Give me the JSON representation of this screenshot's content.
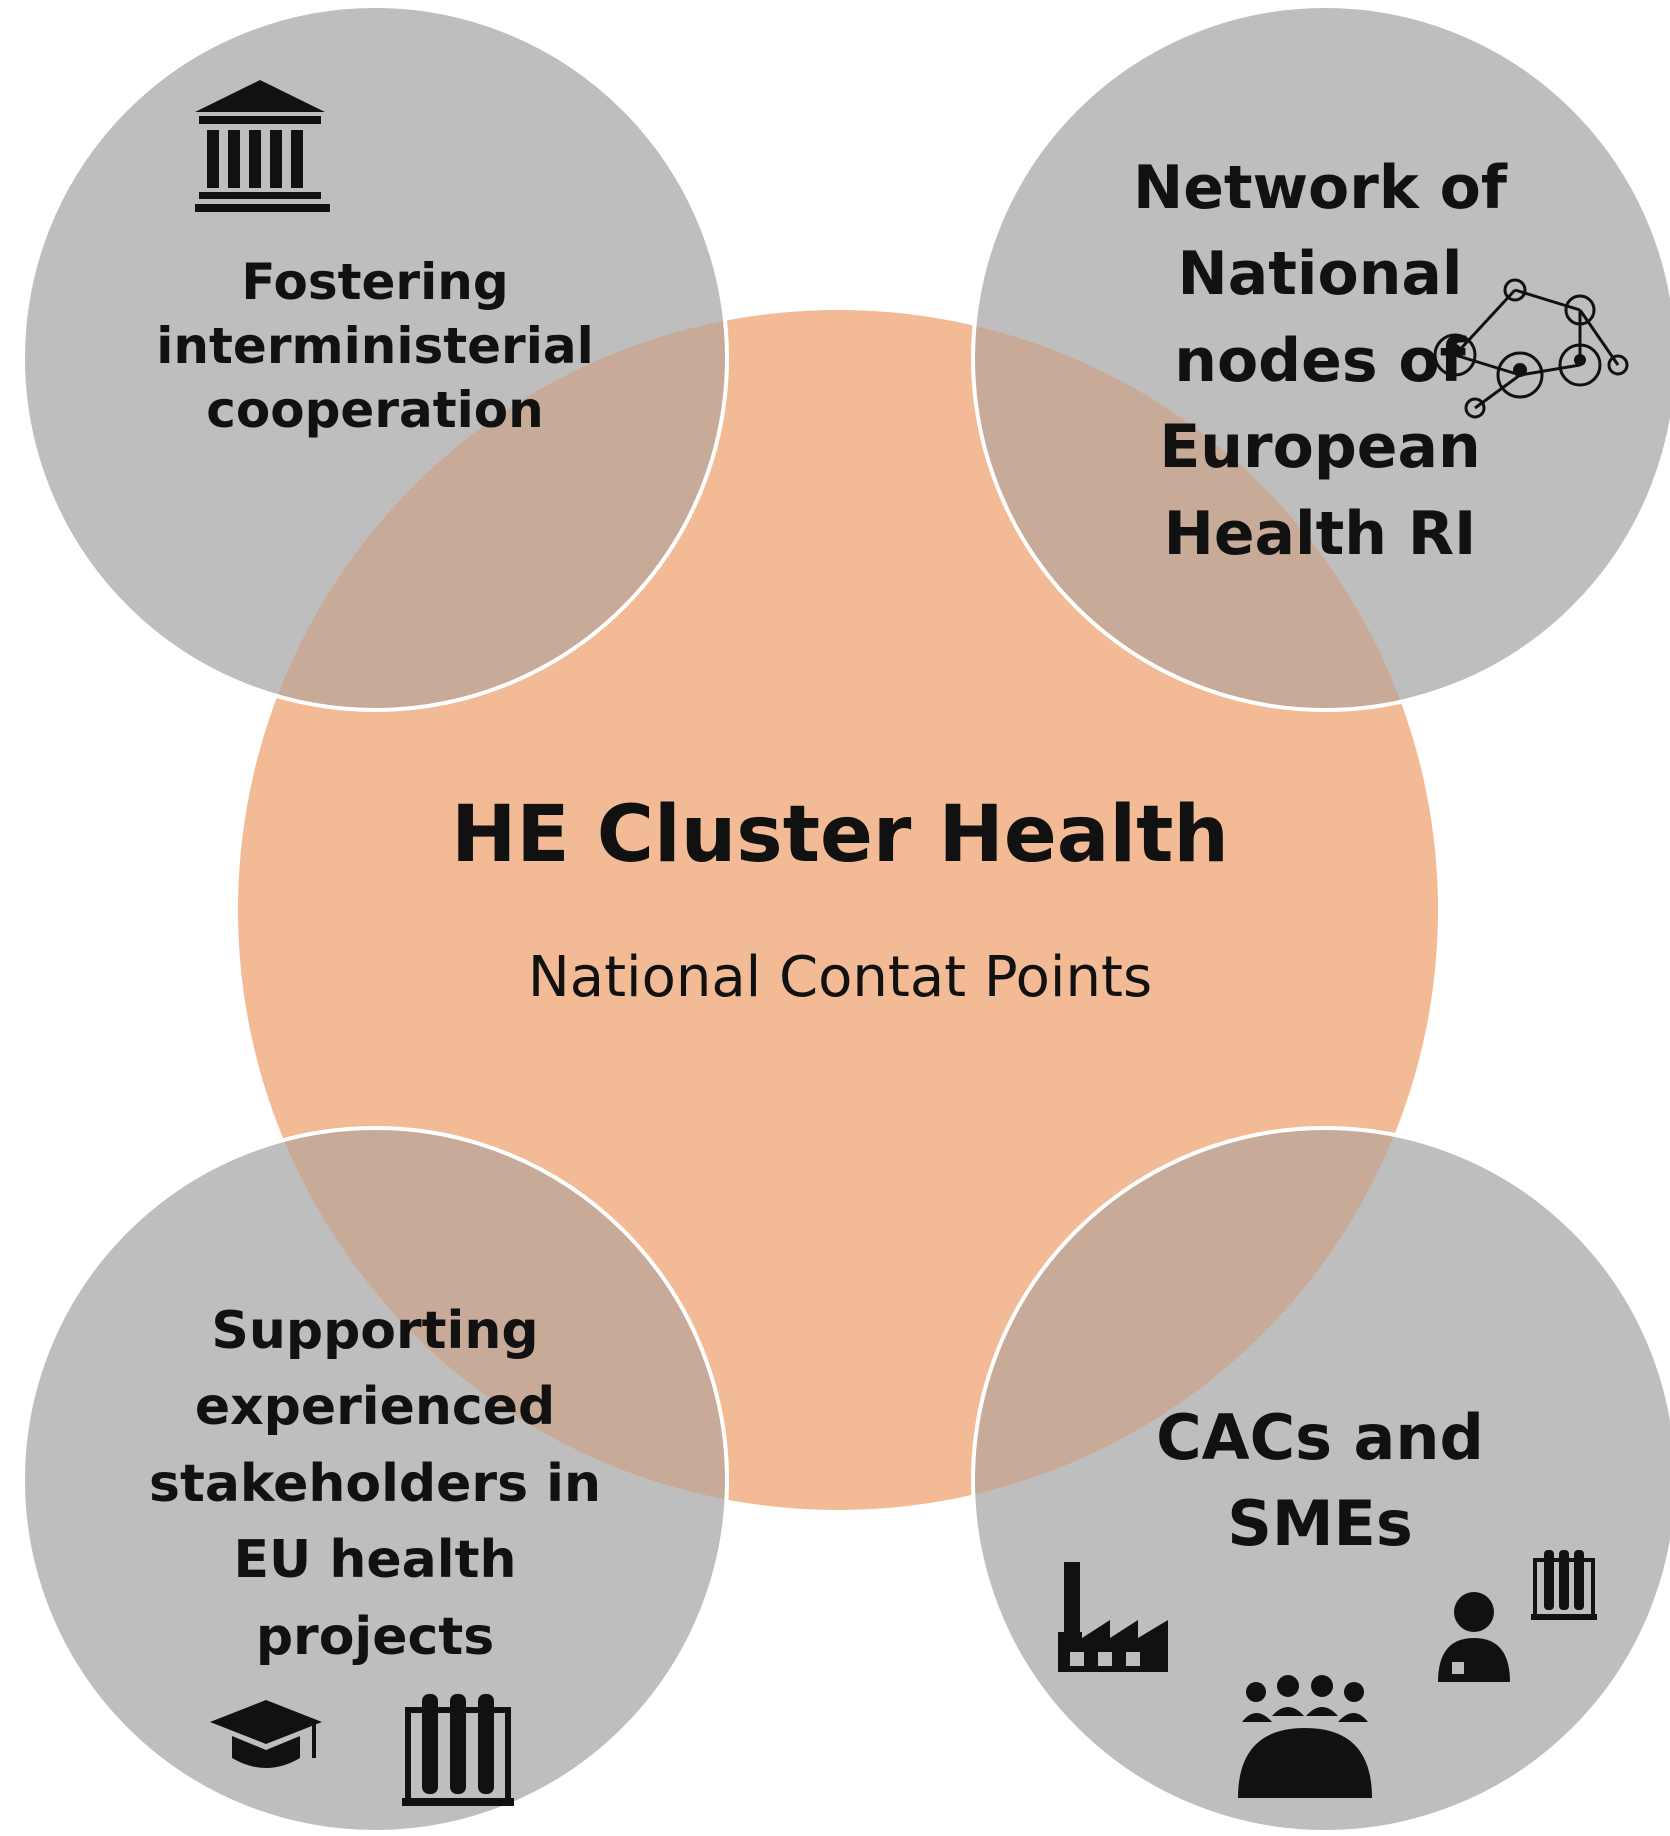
{
  "center": {
    "title": "HE Cluster Health",
    "subtitle": "National Contat Points"
  },
  "nodes": [
    {
      "lines": [
        "Fostering",
        "interministerial",
        "cooperation"
      ],
      "icon": "institution-building-icon"
    },
    {
      "lines": [
        "Network of",
        "National",
        "nodes of",
        "European",
        "Health RI"
      ],
      "icon": "network-people-icon"
    },
    {
      "lines": [
        "Supporting",
        "experienced",
        "stakeholders in",
        "EU health",
        "projects"
      ],
      "icons": [
        "graduation-cap-icon",
        "test-tubes-icon"
      ]
    },
    {
      "lines": [
        "CACs and",
        "SMEs"
      ],
      "icons": [
        "factory-icon",
        "team-meeting-icon",
        "researcher-icon",
        "test-tubes-icon"
      ]
    }
  ],
  "colors": {
    "center_fill": "#F2BA95",
    "outer_fill": "#BEBEBE",
    "overlap_fill": "#C7AA98",
    "circle_stroke": "#FFFFFF",
    "text": "#111111"
  }
}
